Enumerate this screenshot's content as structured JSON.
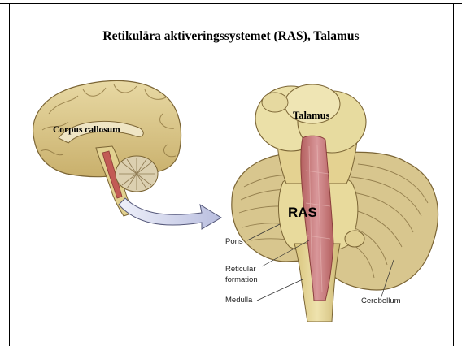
{
  "slide": {
    "title": "Retikulära aktiveringssystemet (RAS), Talamus"
  },
  "labels": {
    "corpus_callosum": "Corpus callosum",
    "talamus": "Talamus",
    "ras": "RAS",
    "pons": "Pons",
    "reticular_formation_line1": "Reticular",
    "reticular_formation_line2": "formation",
    "medulla": "Medulla",
    "cerebellum": "Cerebellum"
  },
  "colors": {
    "brain_tan": "#dcc88a",
    "brainstem_yellow": "#e6d693",
    "ras_red": "#c9787a",
    "cerebellum_tan": "#d2c08a",
    "arrow_lavender": "#c9cde8"
  }
}
